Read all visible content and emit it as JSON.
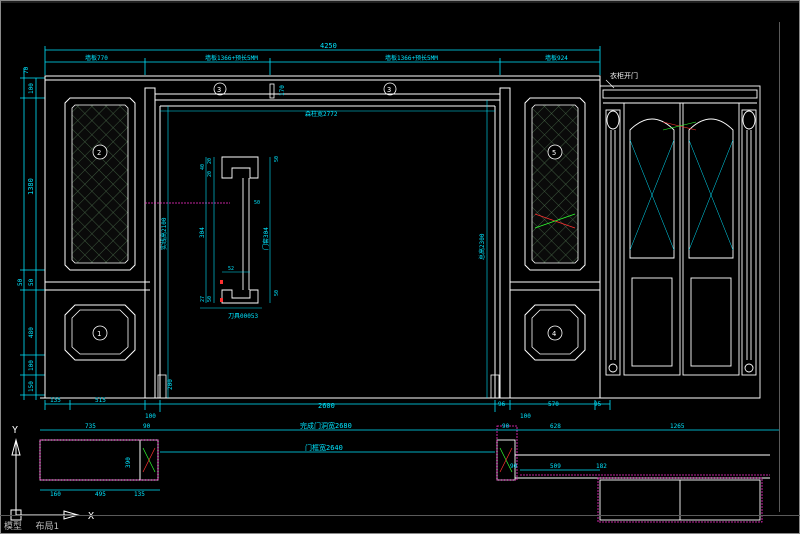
{
  "colors": {
    "background": "#000000",
    "dimension": "#00e5ff",
    "outline": "#ffffff",
    "panel": "#d8d8d8",
    "hatch": "#3a5a3a",
    "highlight": "#ff2fd0",
    "label": "#ffffff"
  },
  "drawing": {
    "dims": {
      "overall_width": "4250",
      "top_left": "墙板770",
      "top_mid_left": "墙板1366+预长5MM",
      "top_mid_right": "墙板1366+预长5MM",
      "top_right": "墙板924",
      "opening_width_inner": "森柱宽2772",
      "opening_width": "2600",
      "doorway_height": "总高2300",
      "header_height": "170",
      "left_height_a": "100",
      "left_height_b": "1380",
      "left_height_c": "480",
      "left_height_d": "100",
      "left_height_e": "150",
      "left_height_top": "70",
      "left_height_small": "50",
      "left_height_small2": "50",
      "post_height": "实线高2100",
      "base_height": "200",
      "bottom_a": "135",
      "bottom_b": "515",
      "bottom_c": "100",
      "bottom_d": "100",
      "bottom_e": "96",
      "bottom_f": "570",
      "bottom_g": "95",
      "bottom_h": "100"
    },
    "detail": {
      "d1": "40",
      "d2": "20",
      "d3": "20",
      "d4": "50",
      "d5": "304",
      "d6": "50",
      "d7": "27",
      "d8": "50",
      "d9": "门套304",
      "d10": "52",
      "d11": "50",
      "caption": "刀具00053"
    },
    "panel_labels": [
      "1",
      "2",
      "3",
      "3",
      "4",
      "5"
    ],
    "cabinet_label": "衣柜开门",
    "plan": {
      "p_left": "735",
      "p_a": "90",
      "p_total": "完成门洞宽2680",
      "p_frame": "门框宽2640",
      "p_depth": "390",
      "p_b1": "160",
      "p_b2": "495",
      "p_b3": "135",
      "p_r1": "90",
      "p_r2": "628",
      "p_r3": "1265",
      "p_r4": "509",
      "p_r5": "182",
      "p_r6": "90",
      "p_r7": "100"
    },
    "axis_x": "X",
    "axis_y": "Y"
  },
  "tabs": [
    "模型",
    "布局1"
  ]
}
